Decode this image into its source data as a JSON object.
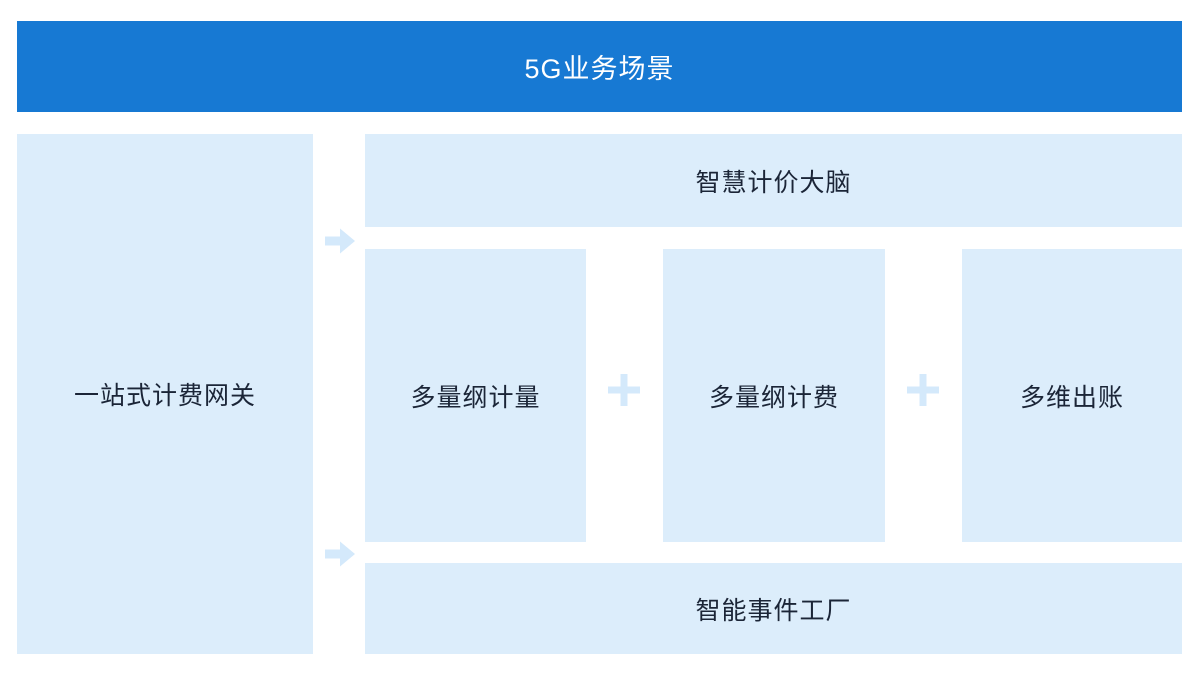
{
  "colors": {
    "banner_bg": "#1779d3",
    "banner_text": "#ffffff",
    "box_bg": "#dcedfb",
    "accent": "#d4e9fb",
    "text": "#1b2537"
  },
  "banner": {
    "title": "5G业务场景"
  },
  "left_panel": {
    "label": "一站式计费网关"
  },
  "right_panel": {
    "top_bar": {
      "label": "智慧计价大脑"
    },
    "middle_row": {
      "boxes": [
        {
          "label": "多量纲计量"
        },
        {
          "label": "多量纲计费"
        },
        {
          "label": "多维出账"
        }
      ],
      "separator_icon": "plus"
    },
    "bottom_bar": {
      "label": "智能事件工厂"
    }
  },
  "icons": {
    "plus": "+",
    "arrow_right": "→"
  }
}
